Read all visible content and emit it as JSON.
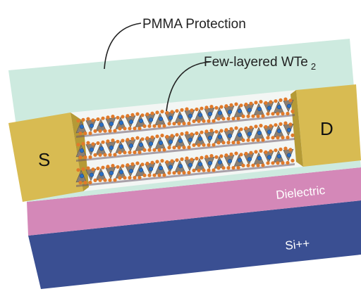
{
  "labels": {
    "pmma": "PMMA Protection",
    "wte2_main": "Few-layered WTe",
    "wte2_sub": "2",
    "source": "S",
    "drain": "D",
    "dielectric": "Dielectric",
    "substrate": "Si++"
  },
  "colors": {
    "pmma": "#cdeadf",
    "electrode": "#d8bb52",
    "electrode_dark": "#b59a36",
    "dielectric": "#d488b8",
    "substrate": "#3a4f92",
    "w_atom": "#2a6fc4",
    "te_atom": "#e07a2a",
    "layer_fill": "#8a7f73"
  },
  "wte2_layer_count": 3
}
